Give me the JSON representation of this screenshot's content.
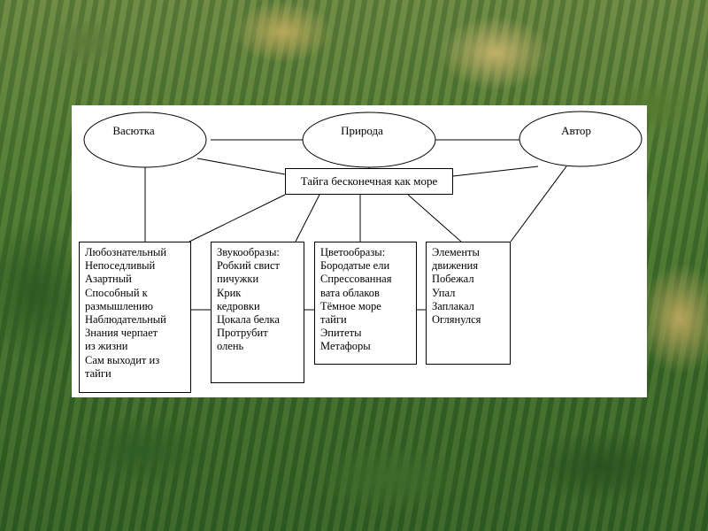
{
  "diagram": {
    "nodes": {
      "vasyutka": "Васютка",
      "priroda": "Природа",
      "avtor": "Автор",
      "center": "Тайга бесконечная как море"
    },
    "boxes": [
      {
        "id": "traits",
        "lines": [
          "Любознательный",
          "Непоседливый",
          "Азартный",
          "Способный к",
          "размышлению",
          "Наблюдательный",
          "Знания черпает",
          "из жизни",
          "Сам выходит из",
          "тайги"
        ]
      },
      {
        "id": "sounds",
        "lines": [
          "Звукообразы:",
          "Робкий свист",
          "пичужки",
          "Крик",
          "кедровки",
          "Цокала белка",
          "Протрубит",
          "олень"
        ]
      },
      {
        "id": "colors",
        "lines": [
          "Цветообразы:",
          "Бородатые ели",
          "Спрессованная",
          "вата облаков",
          "Тёмное море",
          "тайги",
          "Эпитеты",
          "Метафоры"
        ]
      },
      {
        "id": "motion",
        "lines": [
          "Элементы",
          "движения",
          "Побежал",
          "Упал",
          "Заплакал",
          "Оглянулся"
        ]
      }
    ]
  }
}
